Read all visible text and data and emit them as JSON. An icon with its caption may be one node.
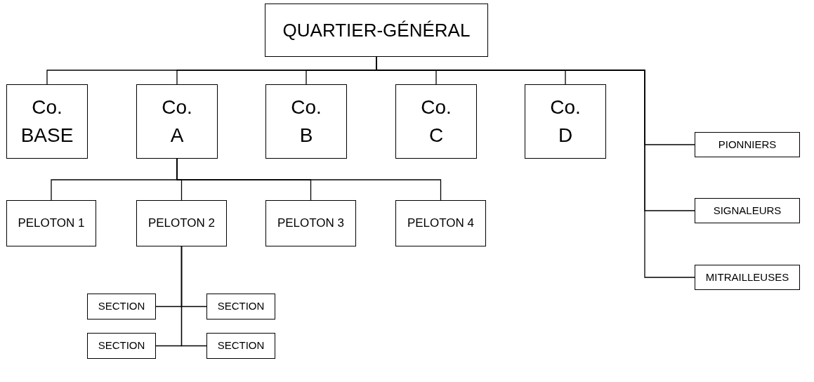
{
  "diagram": {
    "nodes": [
      {
        "text": [
          "QUARTIER-GÉNÉRAL"
        ]
      },
      {
        "text": [
          "Co. BASE"
        ]
      },
      {
        "text": [
          "Co. A"
        ]
      },
      {
        "text": [
          "Co. B"
        ]
      },
      {
        "text": [
          "Co. C"
        ]
      },
      {
        "text": [
          "Co. D"
        ]
      },
      {
        "text": [
          "PIONNIERS"
        ]
      },
      {
        "text": [
          "SIGNALEURS"
        ]
      },
      {
        "text": [
          "MITRAILLEUSES"
        ]
      },
      {
        "text": [
          "PELOTON 1"
        ]
      },
      {
        "text": [
          "PELOTON 2"
        ]
      },
      {
        "text": [
          "PELOTON 3"
        ]
      },
      {
        "text": [
          "PELOTON 4"
        ]
      },
      {
        "text": [
          "SECTION"
        ]
      },
      {
        "text": [
          "SECTION"
        ]
      },
      {
        "text": [
          "SECTION"
        ]
      },
      {
        "text": [
          "SECTION"
        ]
      }
    ],
    "edges": [
      {
        "from": 0,
        "to": 1,
        "arrow": "none"
      },
      {
        "from": 0,
        "to": 2,
        "arrow": "none"
      },
      {
        "from": 0,
        "to": 3,
        "arrow": "none"
      },
      {
        "from": 0,
        "to": 4,
        "arrow": "none"
      },
      {
        "from": 0,
        "to": 5,
        "arrow": "none"
      },
      {
        "from": 0,
        "to": 6,
        "arrow": "none"
      },
      {
        "from": 0,
        "to": 7,
        "arrow": "none"
      },
      {
        "from": 0,
        "to": 8,
        "arrow": "none"
      },
      {
        "from": 2,
        "to": 9,
        "arrow": "none"
      },
      {
        "from": 2,
        "to": 10,
        "arrow": "none"
      },
      {
        "from": 2,
        "to": 11,
        "arrow": "none"
      },
      {
        "from": 2,
        "to": 12,
        "arrow": "none"
      },
      {
        "from": 10,
        "to": 13,
        "arrow": "none"
      },
      {
        "from": 10,
        "to": 14,
        "arrow": "none"
      },
      {
        "from": 10,
        "to": 15,
        "arrow": "none"
      },
      {
        "from": 10,
        "to": 16,
        "arrow": "none"
      }
    ]
  }
}
